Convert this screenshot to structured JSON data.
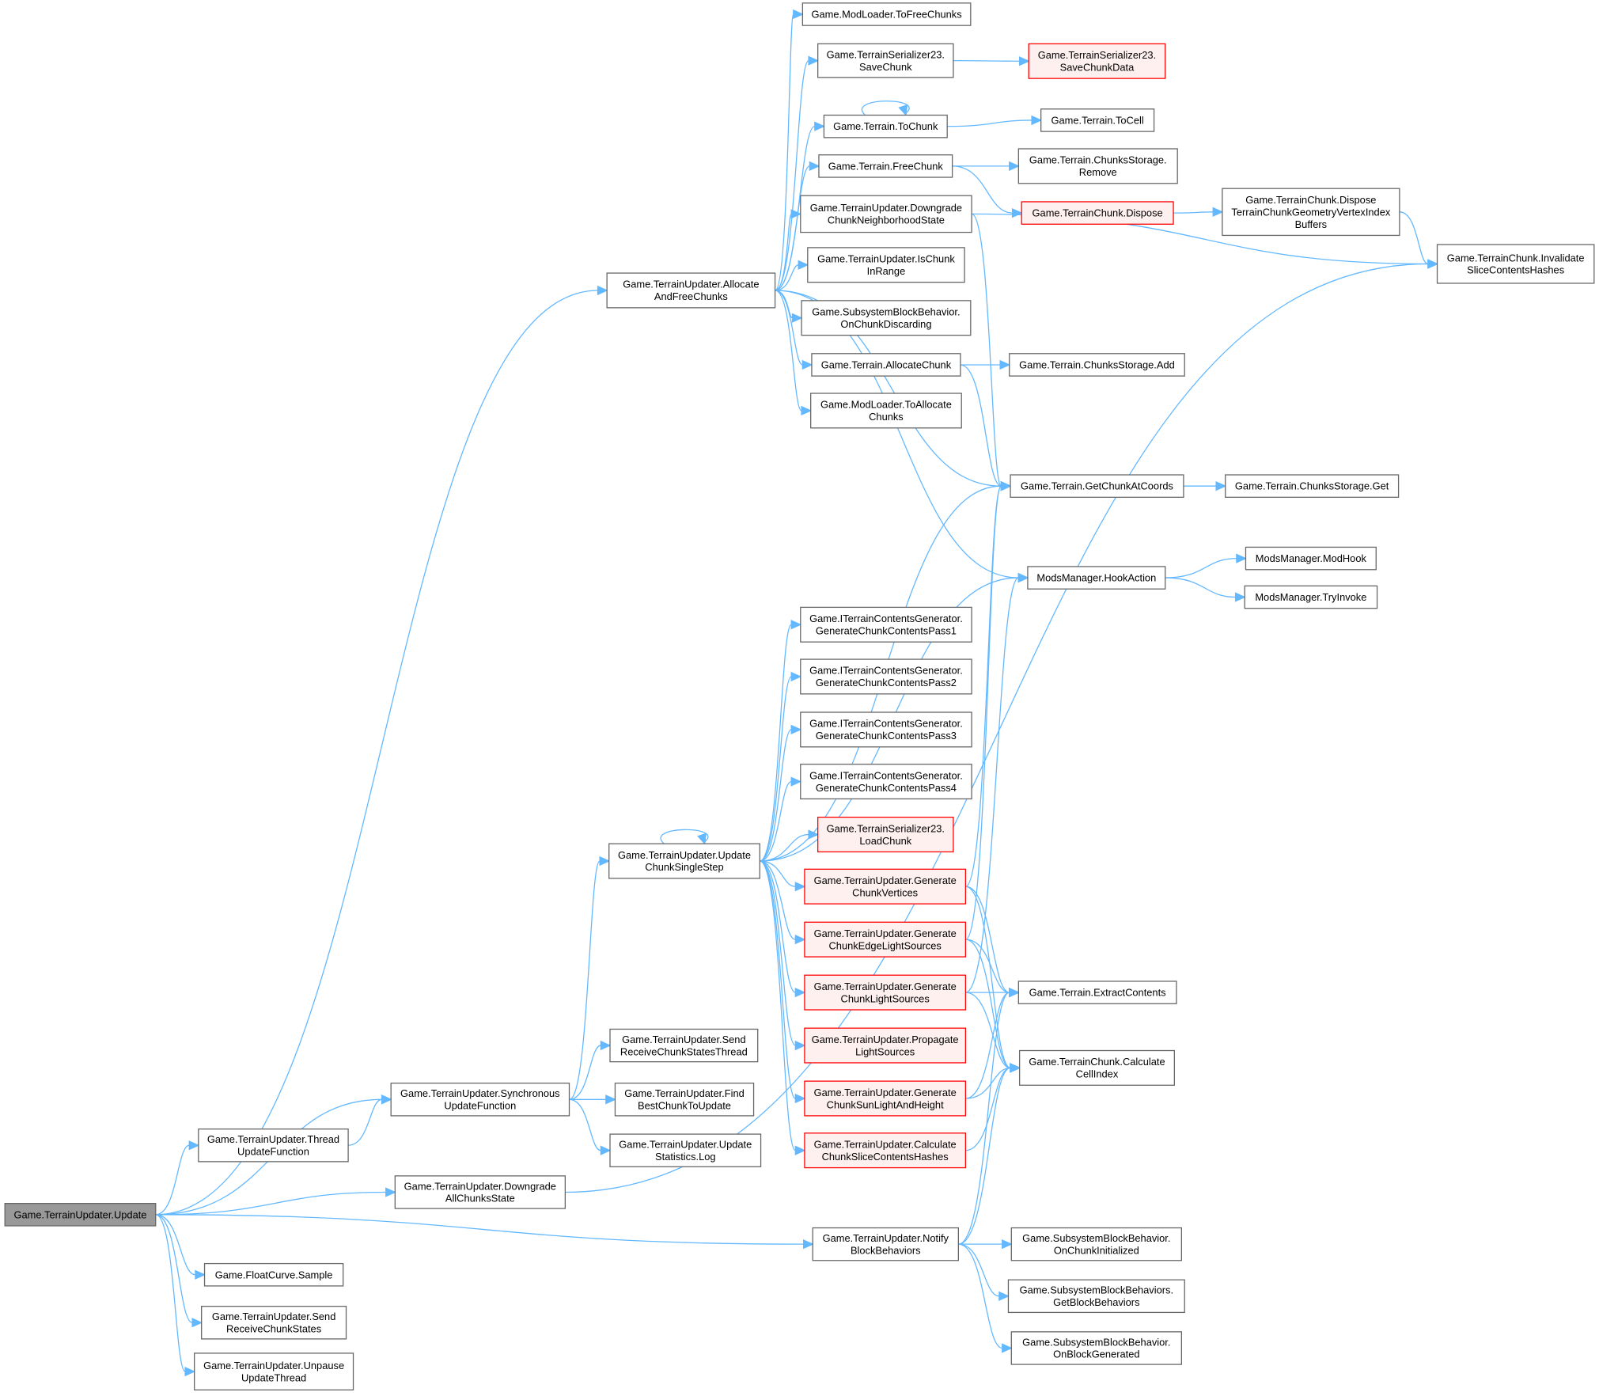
{
  "colors": {
    "edge": "#63b8ff",
    "root_fill": "#999999",
    "highlight_border": "#ff0000",
    "highlight_fill": "#fff0f0",
    "border": "#666666"
  },
  "nodes": [
    {
      "id": "update",
      "label": "Game.TerrainUpdater.Update",
      "style": "root"
    },
    {
      "id": "floatcurve",
      "label": "Game.FloatCurve.Sample"
    },
    {
      "id": "sendrecv",
      "label": "Game.TerrainUpdater.Send\nReceiveChunkStates"
    },
    {
      "id": "unpause",
      "label": "Game.TerrainUpdater.Unpause\nUpdateThread"
    },
    {
      "id": "threadfn",
      "label": "Game.TerrainUpdater.Thread\nUpdateFunction"
    },
    {
      "id": "syncfn",
      "label": "Game.TerrainUpdater.Synchronous\nUpdateFunction"
    },
    {
      "id": "downall",
      "label": "Game.TerrainUpdater.Downgrade\nAllChunksState"
    },
    {
      "id": "notify",
      "label": "Game.TerrainUpdater.Notify\nBlockBehaviors"
    },
    {
      "id": "alloc",
      "label": "Game.TerrainUpdater.Allocate\nAndFreeChunks"
    },
    {
      "id": "single",
      "label": "Game.TerrainUpdater.Update\nChunkSingleStep"
    },
    {
      "id": "sendthread",
      "label": "Game.TerrainUpdater.Send\nReceiveChunkStatesThread"
    },
    {
      "id": "findbest",
      "label": "Game.TerrainUpdater.Find\nBestChunkToUpdate"
    },
    {
      "id": "stats",
      "label": "Game.TerrainUpdater.Update\nStatistics.Log"
    },
    {
      "id": "tofree",
      "label": "Game.ModLoader.ToFreeChunks"
    },
    {
      "id": "savechunk",
      "label": "Game.TerrainSerializer23.\nSaveChunk"
    },
    {
      "id": "tochunk",
      "label": "Game.Terrain.ToChunk"
    },
    {
      "id": "freechunk",
      "label": "Game.Terrain.FreeChunk"
    },
    {
      "id": "downneigh",
      "label": "Game.TerrainUpdater.Downgrade\nChunkNeighborhoodState"
    },
    {
      "id": "inrange",
      "label": "Game.TerrainUpdater.IsChunk\nInRange"
    },
    {
      "id": "discarding",
      "label": "Game.SubsystemBlockBehavior.\nOnChunkDiscarding"
    },
    {
      "id": "allocchunk",
      "label": "Game.Terrain.AllocateChunk"
    },
    {
      "id": "toalloc",
      "label": "Game.ModLoader.ToAllocate\nChunks"
    },
    {
      "id": "savedata",
      "label": "Game.TerrainSerializer23.\nSaveChunkData",
      "style": "red"
    },
    {
      "id": "tocell",
      "label": "Game.Terrain.ToCell"
    },
    {
      "id": "remove",
      "label": "Game.Terrain.ChunksStorage.\nRemove"
    },
    {
      "id": "dispose",
      "label": "Game.TerrainChunk.Dispose",
      "style": "red"
    },
    {
      "id": "disposebuf",
      "label": "Game.TerrainChunk.Dispose\nTerrainChunkGeometryVertexIndex\nBuffers"
    },
    {
      "id": "invalidate",
      "label": "Game.TerrainChunk.Invalidate\nSliceContentsHashes"
    },
    {
      "id": "add",
      "label": "Game.Terrain.ChunksStorage.Add"
    },
    {
      "id": "getcoords",
      "label": "Game.Terrain.GetChunkAtCoords"
    },
    {
      "id": "get",
      "label": "Game.Terrain.ChunksStorage.Get"
    },
    {
      "id": "hook",
      "label": "ModsManager.HookAction"
    },
    {
      "id": "modhook",
      "label": "ModsManager.ModHook"
    },
    {
      "id": "tryinvoke",
      "label": "ModsManager.TryInvoke"
    },
    {
      "id": "pass1",
      "label": "Game.ITerrainContentsGenerator.\nGenerateChunkContentsPass1"
    },
    {
      "id": "pass2",
      "label": "Game.ITerrainContentsGenerator.\nGenerateChunkContentsPass2"
    },
    {
      "id": "pass3",
      "label": "Game.ITerrainContentsGenerator.\nGenerateChunkContentsPass3"
    },
    {
      "id": "pass4",
      "label": "Game.ITerrainContentsGenerator.\nGenerateChunkContentsPass4"
    },
    {
      "id": "load",
      "label": "Game.TerrainSerializer23.\nLoadChunk",
      "style": "red"
    },
    {
      "id": "genvert",
      "label": "Game.TerrainUpdater.Generate\nChunkVertices",
      "style": "red"
    },
    {
      "id": "genedge",
      "label": "Game.TerrainUpdater.Generate\nChunkEdgeLightSources",
      "style": "red"
    },
    {
      "id": "genlight",
      "label": "Game.TerrainUpdater.Generate\nChunkLightSources",
      "style": "red"
    },
    {
      "id": "propagate",
      "label": "Game.TerrainUpdater.Propagate\nLightSources",
      "style": "red"
    },
    {
      "id": "gensun",
      "label": "Game.TerrainUpdater.Generate\nChunkSunLightAndHeight",
      "style": "red"
    },
    {
      "id": "calchash",
      "label": "Game.TerrainUpdater.Calculate\nChunkSliceContentsHashes",
      "style": "red"
    },
    {
      "id": "extract",
      "label": "Game.Terrain.ExtractContents"
    },
    {
      "id": "cellindex",
      "label": "Game.TerrainChunk.Calculate\nCellIndex"
    },
    {
      "id": "initialized",
      "label": "Game.SubsystemBlockBehavior.\nOnChunkInitialized"
    },
    {
      "id": "getbehaviors",
      "label": "Game.SubsystemBlockBehaviors.\nGetBlockBehaviors"
    },
    {
      "id": "generated",
      "label": "Game.SubsystemBlockBehavior.\nOnBlockGenerated"
    }
  ],
  "edges": [
    [
      "update",
      "alloc"
    ],
    [
      "update",
      "syncfn"
    ],
    [
      "update",
      "threadfn"
    ],
    [
      "update",
      "downall"
    ],
    [
      "update",
      "notify"
    ],
    [
      "update",
      "floatcurve"
    ],
    [
      "update",
      "sendrecv"
    ],
    [
      "update",
      "unpause"
    ],
    [
      "threadfn",
      "syncfn"
    ],
    [
      "syncfn",
      "single"
    ],
    [
      "syncfn",
      "sendthread"
    ],
    [
      "syncfn",
      "findbest"
    ],
    [
      "syncfn",
      "stats"
    ],
    [
      "downall",
      "invalidate"
    ],
    [
      "notify",
      "extract"
    ],
    [
      "notify",
      "cellindex"
    ],
    [
      "notify",
      "initialized"
    ],
    [
      "notify",
      "getbehaviors"
    ],
    [
      "notify",
      "generated"
    ],
    [
      "alloc",
      "tofree"
    ],
    [
      "alloc",
      "savechunk"
    ],
    [
      "alloc",
      "tochunk"
    ],
    [
      "alloc",
      "freechunk"
    ],
    [
      "alloc",
      "downneigh"
    ],
    [
      "alloc",
      "inrange"
    ],
    [
      "alloc",
      "discarding"
    ],
    [
      "alloc",
      "allocchunk"
    ],
    [
      "alloc",
      "toalloc"
    ],
    [
      "alloc",
      "getcoords"
    ],
    [
      "alloc",
      "hook"
    ],
    [
      "savechunk",
      "savedata"
    ],
    [
      "tochunk",
      "tocell"
    ],
    [
      "tochunk",
      "tochunk"
    ],
    [
      "freechunk",
      "remove"
    ],
    [
      "freechunk",
      "dispose"
    ],
    [
      "dispose",
      "disposebuf"
    ],
    [
      "disposebuf",
      "invalidate"
    ],
    [
      "downneigh",
      "invalidate"
    ],
    [
      "downneigh",
      "getcoords"
    ],
    [
      "allocchunk",
      "add"
    ],
    [
      "allocchunk",
      "getcoords"
    ],
    [
      "getcoords",
      "get"
    ],
    [
      "hook",
      "modhook"
    ],
    [
      "hook",
      "tryinvoke"
    ],
    [
      "single",
      "getcoords"
    ],
    [
      "single",
      "hook"
    ],
    [
      "single",
      "pass1"
    ],
    [
      "single",
      "pass2"
    ],
    [
      "single",
      "pass3"
    ],
    [
      "single",
      "pass4"
    ],
    [
      "single",
      "load"
    ],
    [
      "single",
      "genvert"
    ],
    [
      "single",
      "genedge"
    ],
    [
      "single",
      "genlight"
    ],
    [
      "single",
      "propagate"
    ],
    [
      "single",
      "gensun"
    ],
    [
      "single",
      "calchash"
    ],
    [
      "single",
      "single"
    ],
    [
      "genvert",
      "getcoords"
    ],
    [
      "genvert",
      "extract"
    ],
    [
      "genvert",
      "cellindex"
    ],
    [
      "genedge",
      "getcoords"
    ],
    [
      "genedge",
      "extract"
    ],
    [
      "genedge",
      "cellindex"
    ],
    [
      "genlight",
      "hook"
    ],
    [
      "genlight",
      "extract"
    ],
    [
      "genlight",
      "cellindex"
    ],
    [
      "gensun",
      "extract"
    ],
    [
      "gensun",
      "cellindex"
    ],
    [
      "calchash",
      "cellindex"
    ]
  ]
}
